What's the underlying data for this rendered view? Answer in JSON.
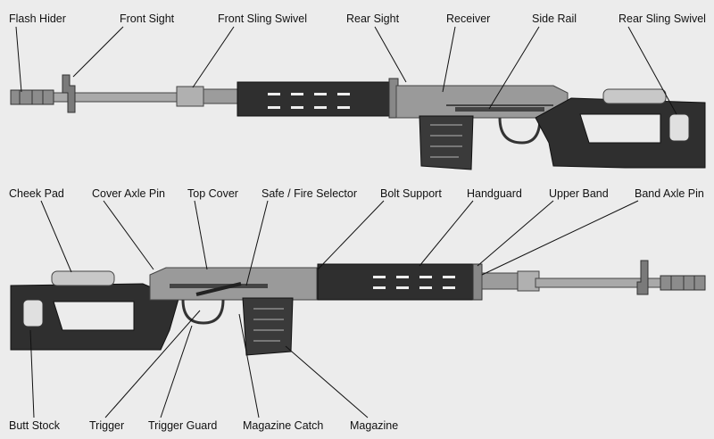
{
  "labels": {
    "flash_hider": "Flash Hider",
    "front_sight": "Front Sight",
    "front_sling_swivel": "Front Sling Swivel",
    "rear_sight": "Rear Sight",
    "receiver": "Receiver",
    "side_rail": "Side Rail",
    "rear_sling_swivel": "Rear Sling Swivel",
    "cheek_pad": "Cheek Pad",
    "cover_axle_pin": "Cover Axle Pin",
    "top_cover": "Top Cover",
    "safe_fire_selector": "Safe / Fire Selector",
    "bolt_support": "Bolt Support",
    "handguard": "Handguard",
    "upper_band": "Upper Band",
    "band_axle_pin": "Band Axle Pin",
    "butt_stock": "Butt Stock",
    "trigger": "Trigger",
    "trigger_guard": "Trigger Guard",
    "magazine_catch": "Magazine Catch",
    "magazine": "Magazine"
  },
  "colors": {
    "background": "#ececec",
    "stock": "#2f2f2f",
    "metal": "#9a9a9a",
    "metal_dark": "#6e6e6e",
    "leader": "#111111"
  }
}
